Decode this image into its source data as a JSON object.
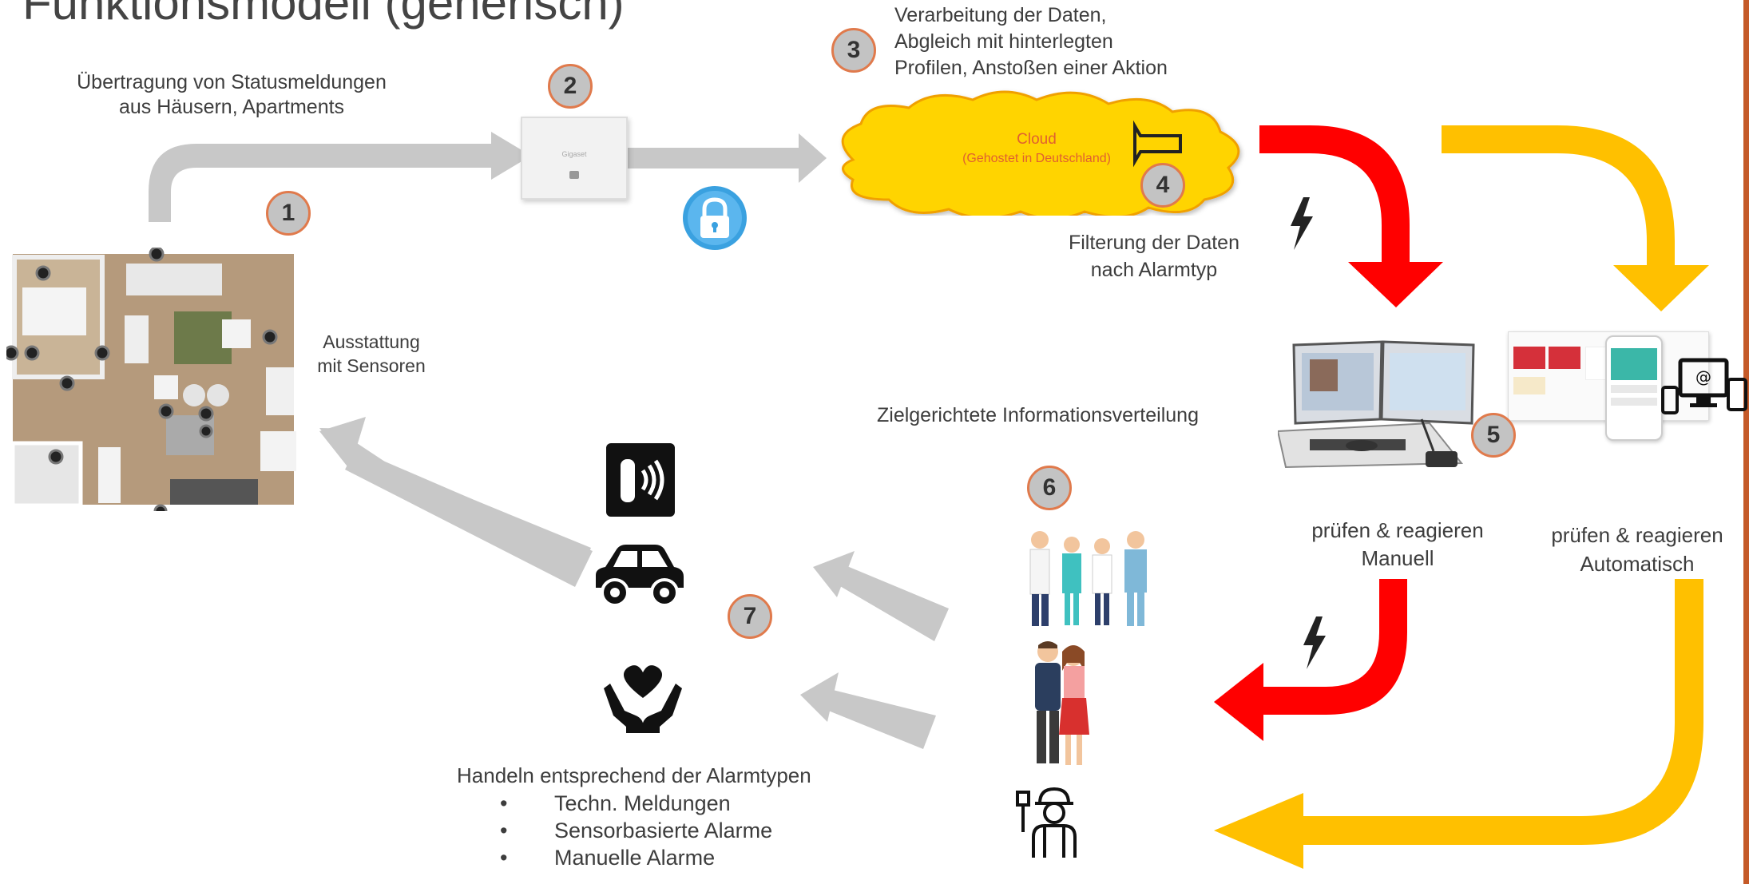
{
  "title": "Funktionsmodell (generisch)",
  "steps": {
    "s1": "1",
    "s2": "2",
    "s3": "3",
    "s4": "4",
    "s5": "5",
    "s6": "6",
    "s7": "7"
  },
  "labels": {
    "transmission_line1": "Übertragung von Statusmeldungen",
    "transmission_line2": "aus Häusern, Apartments",
    "processing_line1": "Verarbeitung der Daten,",
    "processing_line2": "Abgleich mit hinterlegten",
    "processing_line3": "Profilen, Anstoßen einer Aktion",
    "cloud_title": "Cloud",
    "cloud_subtitle": "(Gehostet in Deutschland)",
    "filter_line1": "Filterung der Daten",
    "filter_line2": "nach Alarmtyp",
    "equipment_line1": "Ausstattung",
    "equipment_line2": "mit Sensoren",
    "distribution": "Zielgerichtete Informationsverteilung",
    "manual_line1": "prüfen & reagieren",
    "manual_line2": "Manuell",
    "auto_line1": "prüfen & reagieren",
    "auto_line2": "Automatisch",
    "action_heading": "Handeln entsprechend der Alarmtypen",
    "gateway_brand": "Gigaset"
  },
  "alarm_types": [
    "Techn. Meldungen",
    "Sensorbasierte Alarme",
    "Manuelle Alarme"
  ],
  "colors": {
    "gray_arrow": "#c8c8c8",
    "red_arrow": "#ff0000",
    "yellow_arrow": "#ffc000",
    "badge_fill": "#c3c3c3",
    "badge_border": "#e07a4c",
    "cloud_fill": "#ffd400",
    "cloud_text": "#e06030",
    "accent_bar": "#c55a28"
  },
  "icons": [
    "floorplan-icon",
    "gateway-icon",
    "lock-icon",
    "cloud-icon",
    "megaphone-icon",
    "lightning-icon",
    "control-center-icon",
    "app-dashboard-icon",
    "devices-icon",
    "phone-icon",
    "car-icon",
    "care-hands-icon",
    "medical-staff-icon",
    "relatives-icon",
    "technician-icon"
  ]
}
